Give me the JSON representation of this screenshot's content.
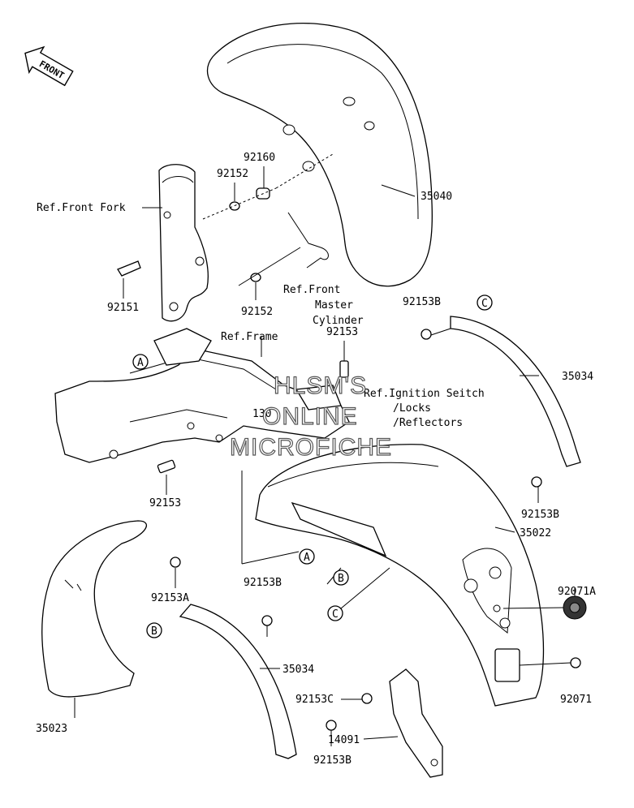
{
  "orientation": {
    "label": "FRONT",
    "icon": "front-arrow-icon"
  },
  "watermark": {
    "line1": "HLSM'S",
    "line2": "ONLINE",
    "line3": "MICROFICHE"
  },
  "references": {
    "front_fork": "Ref.Front Fork",
    "frame": "Ref.Frame",
    "front_master_line1": "Ref.Front",
    "front_master_line2": "Master",
    "front_master_line3": "Cylinder",
    "ignition_line1": "Ref.Ignition Seitch",
    "ignition_line2": "/Locks",
    "ignition_line3": "/Reflectors"
  },
  "part_numbers": {
    "p35040": "35040",
    "p92160": "92160",
    "p92152_top": "92152",
    "p92152_bottom": "92152",
    "p92151": "92151",
    "p92153_top": "92153",
    "p92153_mid": "92153",
    "p92153B_top": "92153B",
    "p35034_right": "35034",
    "p130": "130",
    "p92153B_right": "92153B",
    "p35022": "35022",
    "p92071A": "92071A",
    "p92153A": "92153A",
    "p92153B_mid": "92153B",
    "p35034_left": "35034",
    "p92153C": "92153C",
    "p92071": "92071",
    "p35023": "35023",
    "p14091": "14091",
    "p92153B_bottom": "92153B"
  },
  "callouts": {
    "A": "A",
    "B": "B",
    "C": "C"
  }
}
